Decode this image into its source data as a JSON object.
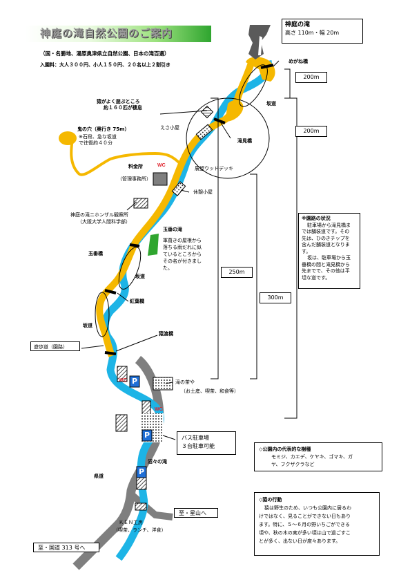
{
  "title": "神庭の滝自然公園のご案内",
  "subtitle": "（国・名勝地、湯原奥津県立自然公園、日本の滝百選）",
  "fee": "入園料：大人３００円、小人１５０円、２０名以上２割引き",
  "waterfall_box": {
    "name": "神庭の滝",
    "size": "高さ 110m・幅 20m"
  },
  "labels": {
    "meganebashi": "めがね橋",
    "monkeys_1": "猿がよく遊ぶところ",
    "monkeys_2": "約１６０匹が棲息",
    "esa_goya": "えさ小屋",
    "sakamichi_top": "坂道",
    "takimibashi": "滝見橋",
    "deck": "展望ウッドデッキ",
    "oni_1": "鬼の穴（奥行き 75m）",
    "oni_2": "※石段、急な坂道",
    "oni_3": "で往復約４０分",
    "ryokinsho": "料金所",
    "kanri": "（管理事務所）",
    "wc": "WC",
    "kyukei": "休憩小屋",
    "observ_1": "神庭の滝ニホンザル観察所",
    "observ_2": "（大阪大学人間科学部）",
    "tamadare_name": "玉垂の滝",
    "tamadare_1": "軍葺きの屋根から",
    "tamadare_2": "落ちる雨だれに似",
    "tamadare_3": "ているところから",
    "tamadare_4": "その名が付きまし",
    "tamadare_5": "た。",
    "tamadarebashi": "玉垂橋",
    "sakamichi_mid": "坂道",
    "kouyoubashi": "紅葉橋",
    "sakamichi_low": "坂道",
    "sarumatabashi": "猿渡橋",
    "yuhodo": "遊歩道（園路）",
    "chaya_1": "滝の茶や",
    "chaya_2": "（お土産、喫茶、和食等）",
    "bus_1": "バス駐車場",
    "bus_2": "３台駐車可能",
    "kendo": "県道",
    "nuta": "沼々の滝",
    "ken_1": "ＫＥＮ工房",
    "ken_2": "（喫茶、ランチ、洋食）",
    "to_hoshiyama": "至・星山へ",
    "to_route313": "至・国道 313 号へ",
    "parking": "P"
  },
  "distances": [
    "200m",
    "200m",
    "250m",
    "300m"
  ],
  "route_note": {
    "title": "※園路の状況",
    "lines": [
      "駐車場から滝見橋ま",
      "では舗装道です。その",
      "先は、ひのきチップを",
      "含んだ舗装道となりま",
      "す。",
      "坂は、駐車場から玉",
      "垂橋の間と滝見橋から",
      "先までで、その他は平",
      "坦な道です。"
    ]
  },
  "trees": {
    "title": "◇公園内の代表的な樹種",
    "lines": [
      "モミジ、カエデ、ケヤキ、ゴマキ、ガ",
      "ヤ、フクザクラなど"
    ]
  },
  "monkey_behavior": {
    "title": "◇猿の行動",
    "lines": [
      "猿は野生のため、いつも公園内に居るわ",
      "けではなく、見ることができない日もあり",
      "ます。特に、５～６月の野いちごができる",
      "頃や、秋の木の実が多い頃は山で過ごすこ",
      "とが多く、出ない日が度々あります。"
    ]
  },
  "colors": {
    "river": "#1db4e6",
    "path": "#f5b800",
    "road": "#7f7f7f",
    "wc": "#e0242e",
    "parking": "#1f6fd6",
    "green": "#2fa52f"
  }
}
